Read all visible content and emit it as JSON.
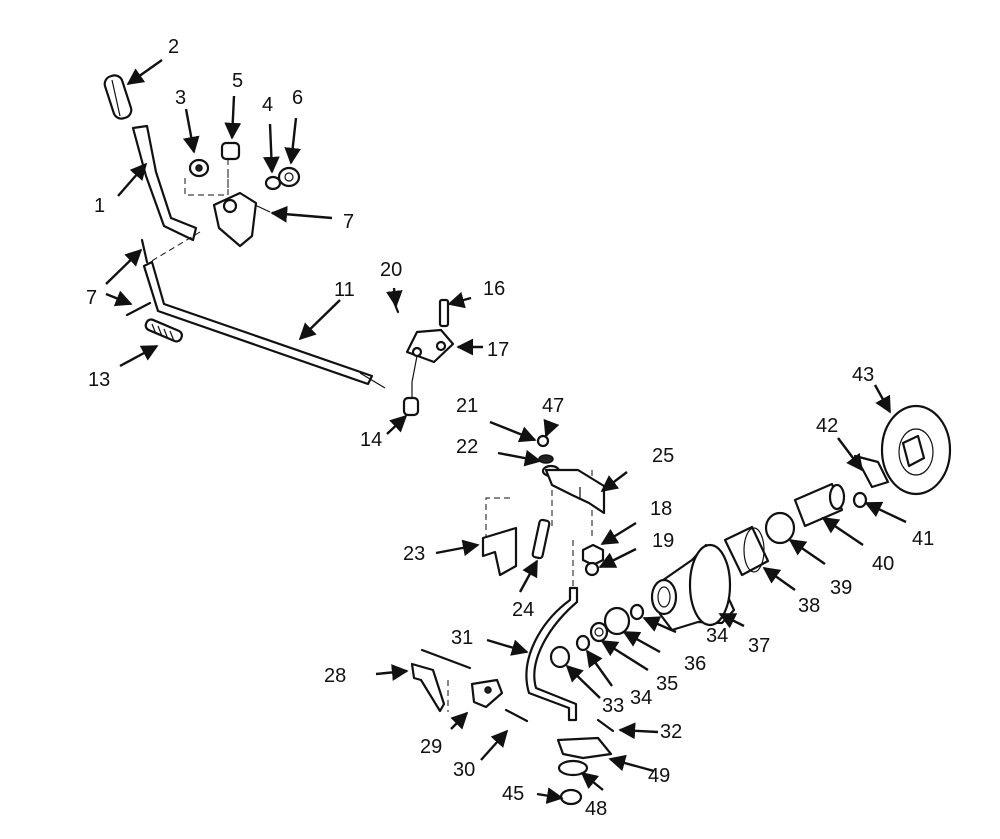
{
  "callouts": [
    "1",
    "2",
    "3",
    "4",
    "5",
    "6",
    "7",
    "7",
    "11",
    "13",
    "14",
    "16",
    "17",
    "18",
    "19",
    "20",
    "21",
    "22",
    "23",
    "24",
    "25",
    "28",
    "29",
    "30",
    "31",
    "32",
    "33",
    "34",
    "34",
    "35",
    "36",
    "37",
    "38",
    "39",
    "40",
    "41",
    "42",
    "43",
    "45",
    "47",
    "48",
    "49"
  ]
}
